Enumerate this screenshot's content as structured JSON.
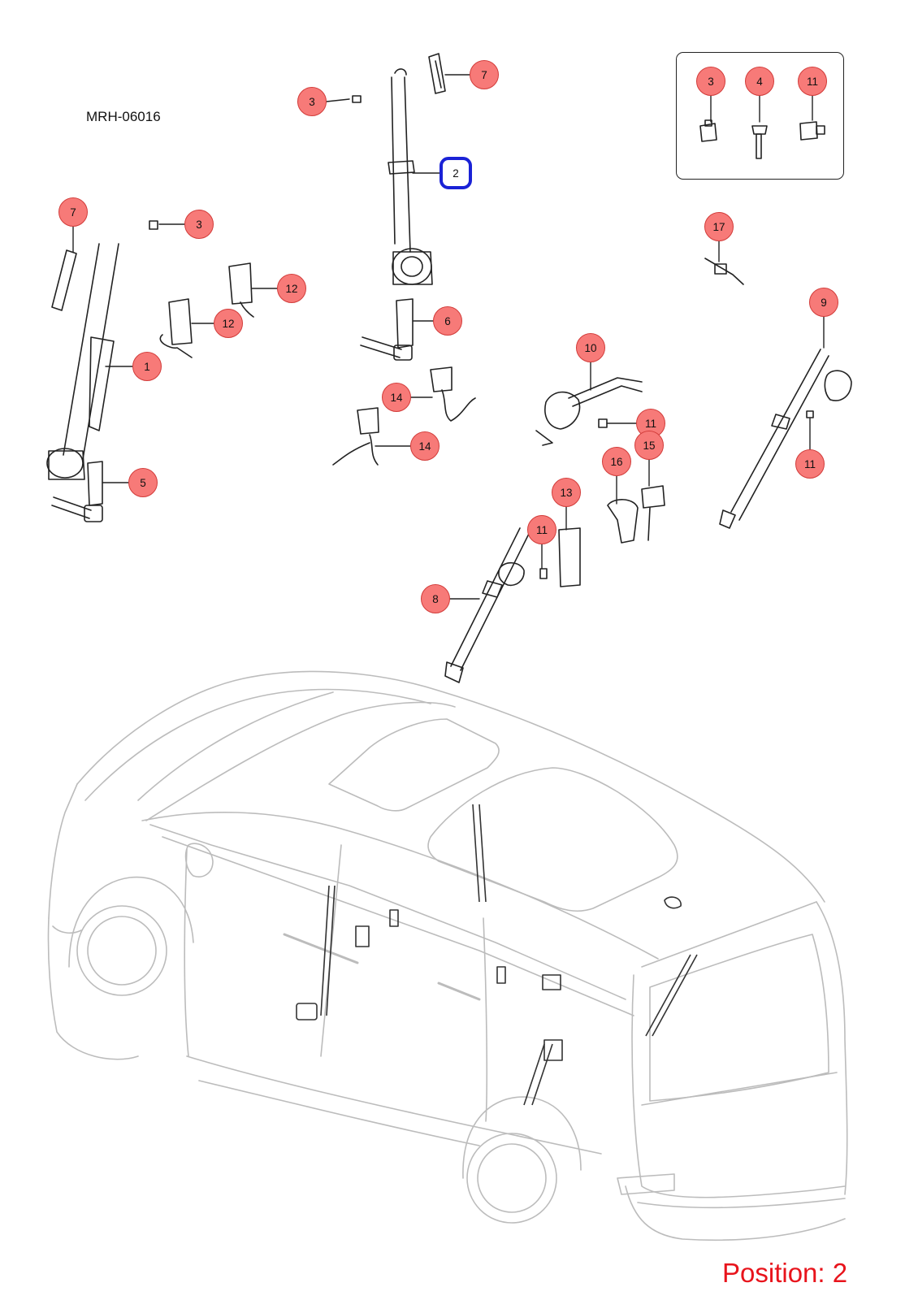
{
  "diagram": {
    "code": "MRH-06016",
    "position_label": "Position: 2",
    "selected_callout": "2",
    "colors": {
      "callout_fill": "#f77a78",
      "callout_border": "#d23c3a",
      "selection": "#1a22d6",
      "position_text": "#e8141c",
      "vehicle_lines": "#bcbcbc",
      "part_lines": "#222222"
    },
    "callouts": [
      {
        "id": "c3a",
        "label": "3"
      },
      {
        "id": "c7a",
        "label": "7"
      },
      {
        "id": "c2",
        "label": "2"
      },
      {
        "id": "c3k",
        "label": "3"
      },
      {
        "id": "c4k",
        "label": "4"
      },
      {
        "id": "c11k",
        "label": "11"
      },
      {
        "id": "c7b",
        "label": "7"
      },
      {
        "id": "c3b",
        "label": "3"
      },
      {
        "id": "c17",
        "label": "17"
      },
      {
        "id": "c12a",
        "label": "12"
      },
      {
        "id": "c12b",
        "label": "12"
      },
      {
        "id": "c9",
        "label": "9"
      },
      {
        "id": "c6",
        "label": "6"
      },
      {
        "id": "c10",
        "label": "10"
      },
      {
        "id": "c1",
        "label": "1"
      },
      {
        "id": "c14a",
        "label": "14"
      },
      {
        "id": "c11a",
        "label": "11"
      },
      {
        "id": "c14b",
        "label": "14"
      },
      {
        "id": "c15",
        "label": "15"
      },
      {
        "id": "c16",
        "label": "16"
      },
      {
        "id": "c11b",
        "label": "11"
      },
      {
        "id": "c5",
        "label": "5"
      },
      {
        "id": "c13",
        "label": "13"
      },
      {
        "id": "c11c",
        "label": "11"
      },
      {
        "id": "c8",
        "label": "8"
      }
    ]
  }
}
